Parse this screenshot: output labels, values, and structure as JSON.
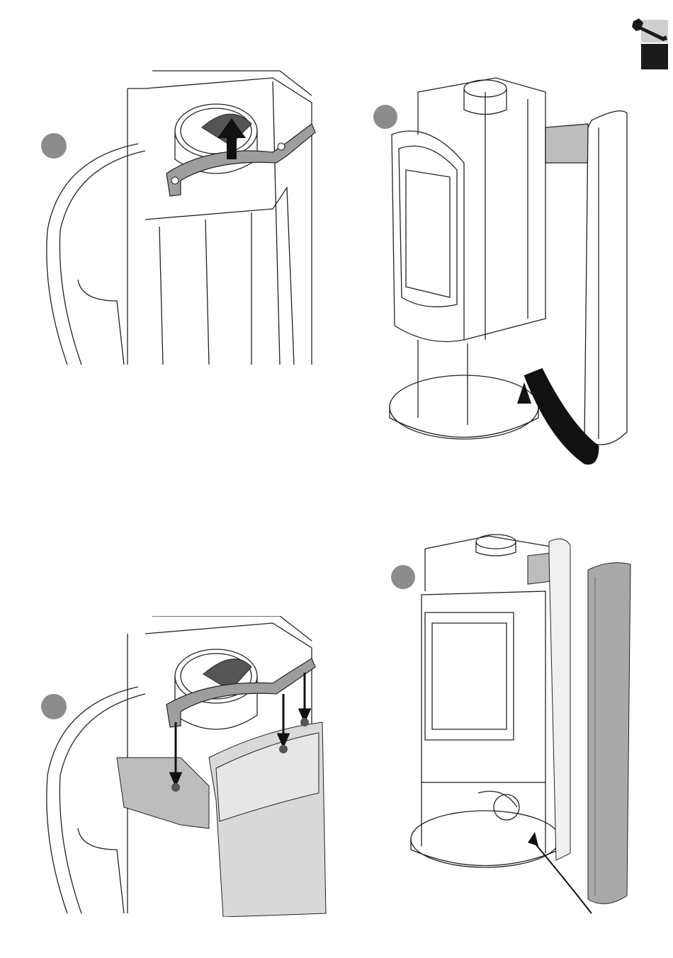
{
  "colors": {
    "line": "#222222",
    "panel_gray": "#bdbdbd",
    "panel_light": "#d9d9d9",
    "badge": "#8c8c8c",
    "tab_dark": "#1a1a1a",
    "tab_light": "#cfcfcf"
  },
  "icons": {
    "service": "wrench-icon"
  },
  "steps": [
    {
      "id": "step-1"
    },
    {
      "id": "step-2"
    },
    {
      "id": "step-3"
    },
    {
      "id": "step-4"
    }
  ]
}
